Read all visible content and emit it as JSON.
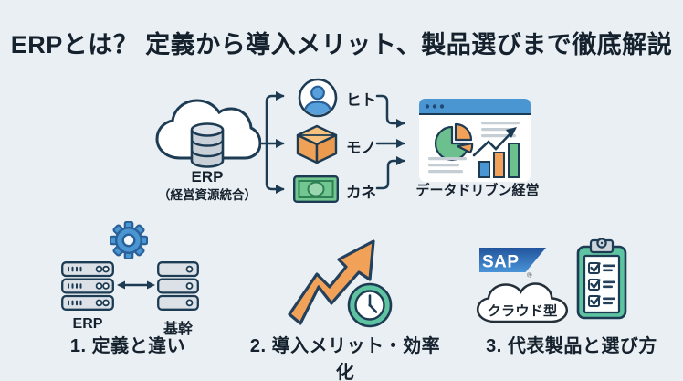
{
  "title": "ERPとは？ 定義から導入メリット、製品選びまで徹底解説",
  "flow": {
    "source": {
      "label": "ERP",
      "sublabel": "（経営資源統合）"
    },
    "resources": [
      {
        "label": "ヒト",
        "icon": "person-icon"
      },
      {
        "label": "モノ",
        "icon": "box-icon"
      },
      {
        "label": "カネ",
        "icon": "money-icon"
      }
    ],
    "outcome_label": "データドリブン経営"
  },
  "sections": [
    {
      "caption": "1. 定義と違い",
      "left_label": "ERP",
      "right_label": "基幹",
      "icons": [
        "gear-icon",
        "server-stack-erp-icon",
        "double-arrow-icon",
        "server-stack-kikan-icon"
      ]
    },
    {
      "caption": "2. 導入メリット・効率化",
      "icons": [
        "growth-arrow-icon",
        "clock-icon"
      ]
    },
    {
      "caption": "3. 代表製品と選び方",
      "vendor": "SAP",
      "vendor_mark": "®",
      "deployment": "クラウド型",
      "icons": [
        "sap-logo",
        "cloud-badge-icon",
        "clipboard-icon"
      ]
    }
  ],
  "colors": {
    "background": "#e9eff2",
    "outline_navy": "#1d3b53",
    "blue": "#4a96d2",
    "orange": "#f2a158",
    "green": "#6bc08d",
    "teal": "#5ec3a1",
    "server_gray": "#dbe1e7",
    "sap_blue_top": "#21549b",
    "sap_blue_bottom": "#4a94d8"
  }
}
